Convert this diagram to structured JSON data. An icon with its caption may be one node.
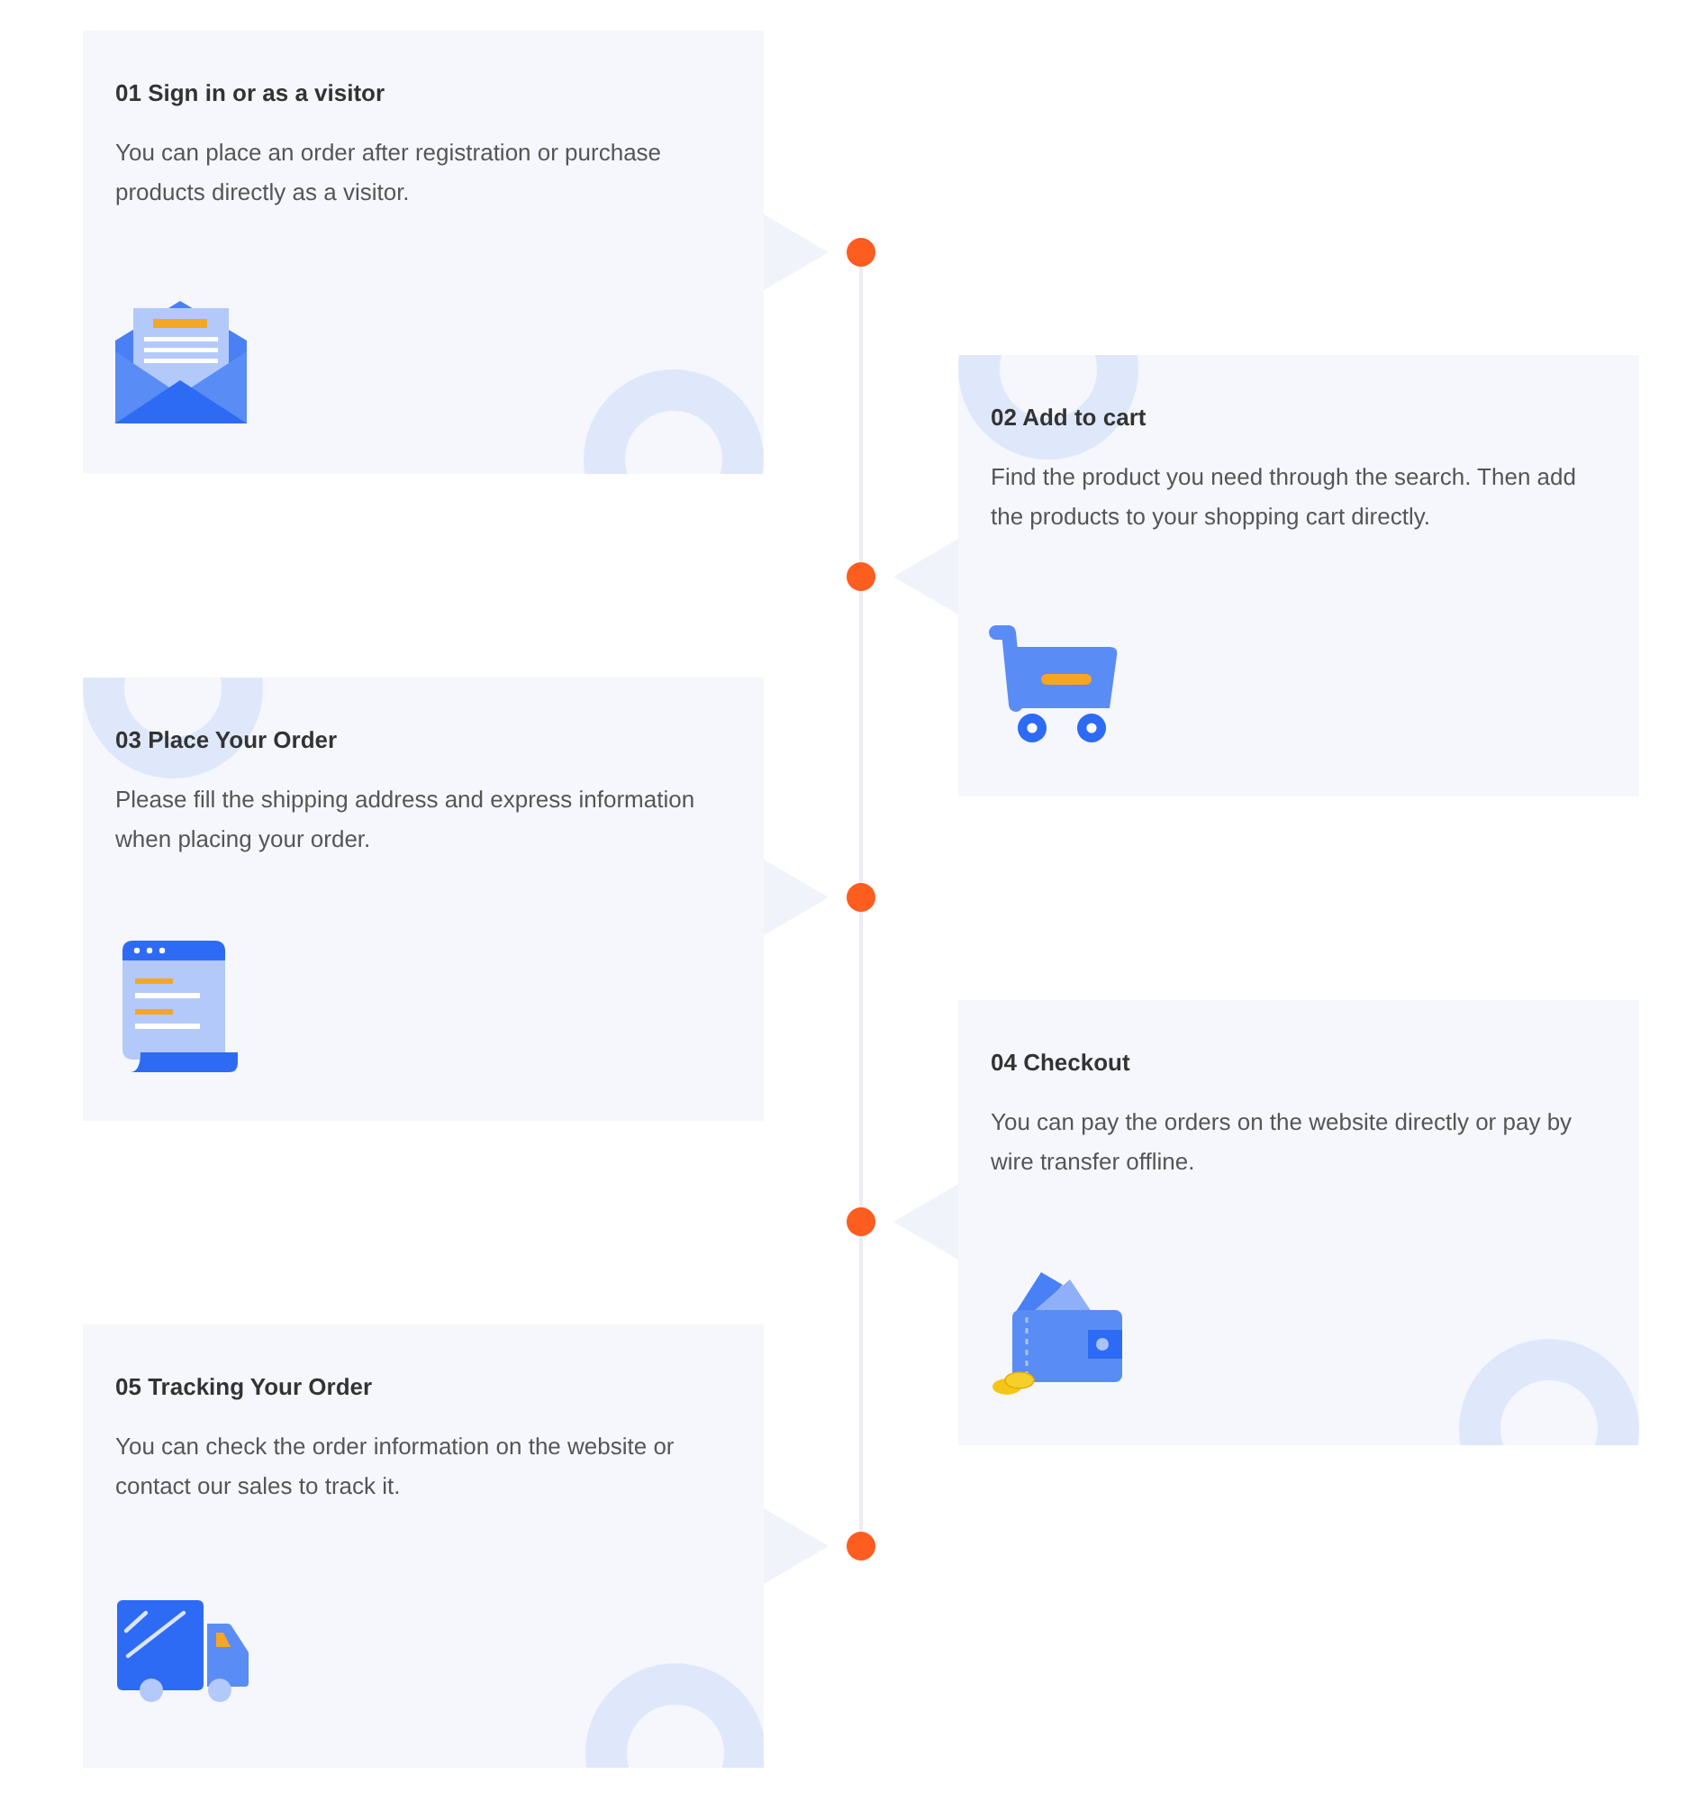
{
  "diagram": {
    "nodes": [
      {
        "text": [
          "01 Sign in or as a visitor",
          "You can place an order after registration or purchase products directly as a visitor."
        ]
      },
      {
        "text": [],
        "shape": "circle"
      },
      {
        "text": [
          "02 Add to cart",
          "Find the product you need through the search. Then add the products to your shopping cart directly."
        ]
      },
      {
        "text": [],
        "shape": "circle"
      },
      {
        "text": [
          "03 Place Your Order",
          "Please fill the shipping address and express information when placing your order."
        ]
      },
      {
        "text": [],
        "shape": "circle"
      },
      {
        "text": [
          "04 Checkout",
          "You can pay the orders on the website directly or pay by wire transfer offline."
        ]
      },
      {
        "text": [],
        "shape": "circle"
      },
      {
        "text": [
          "05 Tracking Your Order",
          "You can check the order information on the website or contact our sales to track it."
        ]
      },
      {
        "text": [],
        "shape": "circle"
      }
    ],
    "edges": [
      {
        "from": 0,
        "to": 1,
        "arrow": "to"
      },
      {
        "from": 1,
        "to": 3,
        "arrow": "none"
      },
      {
        "from": 2,
        "to": 3,
        "arrow": "to"
      },
      {
        "from": 3,
        "to": 5,
        "arrow": "none"
      },
      {
        "from": 4,
        "to": 5,
        "arrow": "to"
      },
      {
        "from": 5,
        "to": 7,
        "arrow": "none"
      },
      {
        "from": 6,
        "to": 7,
        "arrow": "to"
      },
      {
        "from": 7,
        "to": 9,
        "arrow": "none"
      },
      {
        "from": 8,
        "to": 9,
        "arrow": "to"
      }
    ]
  }
}
